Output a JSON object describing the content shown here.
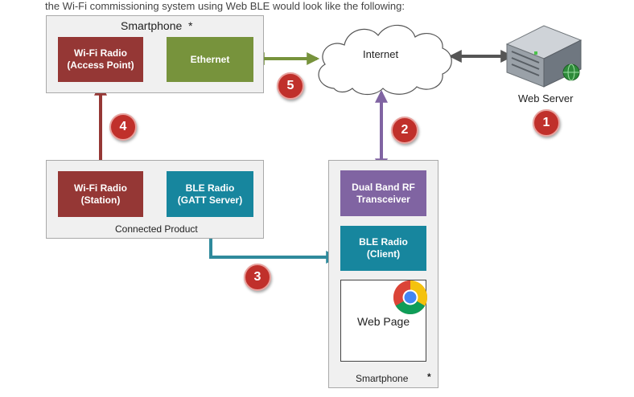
{
  "caption": "the Wi-Fi commissioning system using Web BLE would look like the following:",
  "smartphone_top": {
    "title": "Smartphone  *",
    "wifi_radio": {
      "line1": "Wi-Fi Radio",
      "line2": "(Access Point)"
    },
    "ethernet": "Ethernet"
  },
  "internet": "Internet",
  "web_server": "Web Server",
  "connected_product": {
    "label": "Connected Product",
    "wifi_radio": {
      "line1": "Wi-Fi Radio",
      "line2": "(Station)"
    },
    "ble_radio": {
      "line1": "BLE Radio",
      "line2": "(GATT Server)"
    }
  },
  "smartphone_right": {
    "label": "Smartphone",
    "asterisk": "*",
    "dual_band": {
      "line1": "Dual Band RF",
      "line2": "Transceiver"
    },
    "ble_radio": {
      "line1": "BLE Radio",
      "line2": "(Client)"
    },
    "web_page": "Web Page"
  },
  "steps": [
    "1",
    "2",
    "3",
    "4",
    "5"
  ],
  "colors": {
    "red_box": "#953735",
    "green_box": "#77933c",
    "teal_box": "#17869e",
    "purple_box": "#8064a2",
    "badge": "#c0302b",
    "arrow_server": "#555555"
  },
  "icons": [
    "cloud-icon",
    "server-icon",
    "globe-icon",
    "chrome-icon"
  ]
}
